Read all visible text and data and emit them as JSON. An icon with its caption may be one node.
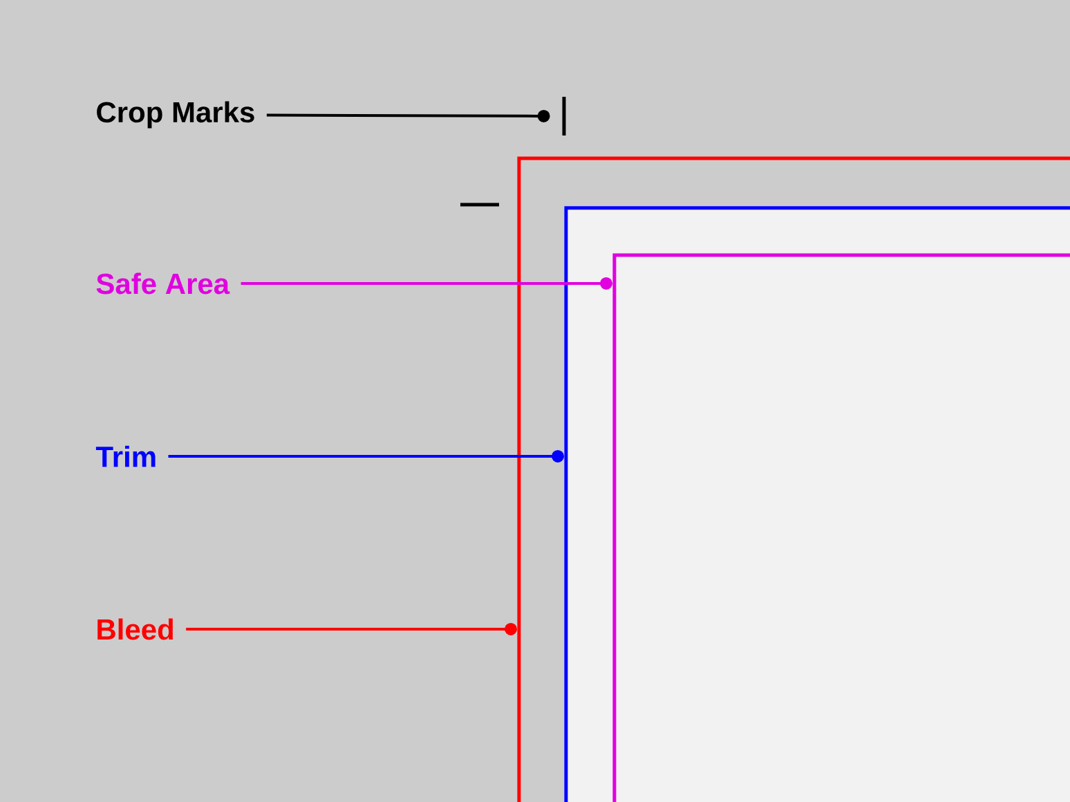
{
  "diagram": {
    "nodes": [
      {
        "text": [
          "Crop Marks"
        ]
      },
      {
        "text": [],
        "shape": "bar"
      },
      {
        "text": [],
        "shape": "box"
      },
      {
        "text": [],
        "shape": "box",
        "in": 2
      },
      {
        "text": [],
        "shape": "box",
        "in": 3
      },
      {
        "text": [
          "Safe Area"
        ]
      },
      {
        "text": [
          "Trim"
        ]
      },
      {
        "text": [
          "Bleed"
        ]
      }
    ],
    "edges": [
      {
        "from": 0,
        "to": 1,
        "arrow": "other",
        "color": "#000000"
      },
      {
        "from": 5,
        "to": 4,
        "arrow": "other",
        "color": "#e000e0"
      },
      {
        "from": 6,
        "to": 3,
        "arrow": "other",
        "color": "#0000ff"
      },
      {
        "from": 7,
        "to": 2,
        "arrow": "other",
        "color": "#ff0000"
      }
    ]
  }
}
